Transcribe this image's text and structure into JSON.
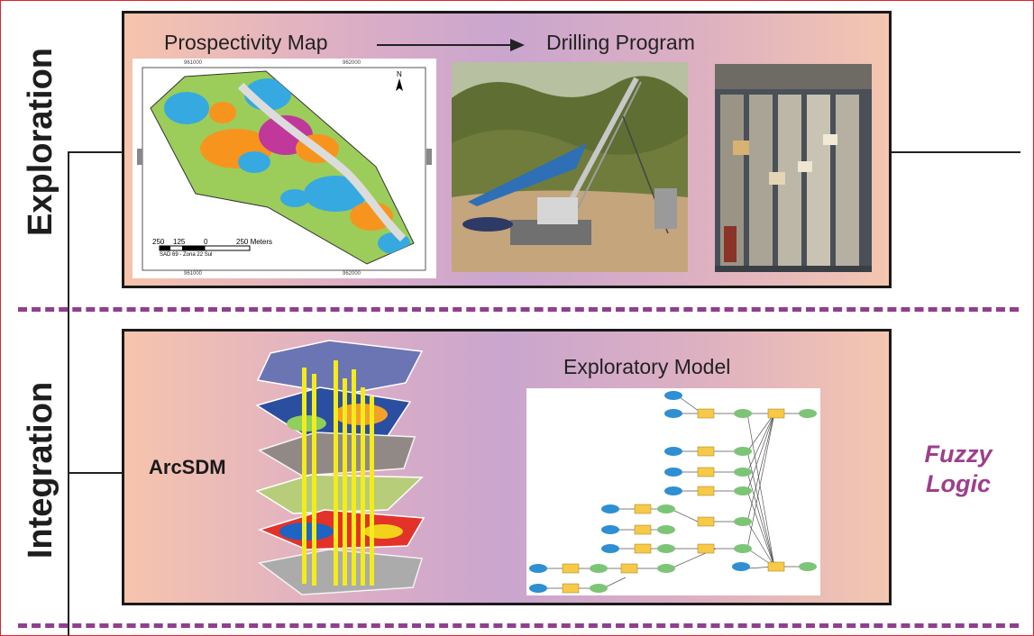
{
  "exploration": {
    "side_label": "Exploration",
    "map_title": "Prospectivity Map",
    "drill_title": "Drilling Program",
    "map": {
      "north": "N",
      "tick_top_left": "961000",
      "tick_top_right": "962000",
      "tick_bottom_left": "961000",
      "tick_bottom_right": "962000",
      "scale_labels": [
        "250",
        "125",
        "0",
        "250 Meters"
      ],
      "datum": "SAD 69 - Zona 22 Sul"
    }
  },
  "integration": {
    "side_label": "Integration",
    "arcsdm_label": "ArcSDM",
    "model_title": "Exploratory Model",
    "fuzzy_label": "Fuzzy\nLogic"
  },
  "colors": {
    "frame_border": "#e3232a",
    "dash": "#8f3f8e",
    "fuzzy_text": "#9d3f8c",
    "panel_border": "#1a1a1a"
  }
}
